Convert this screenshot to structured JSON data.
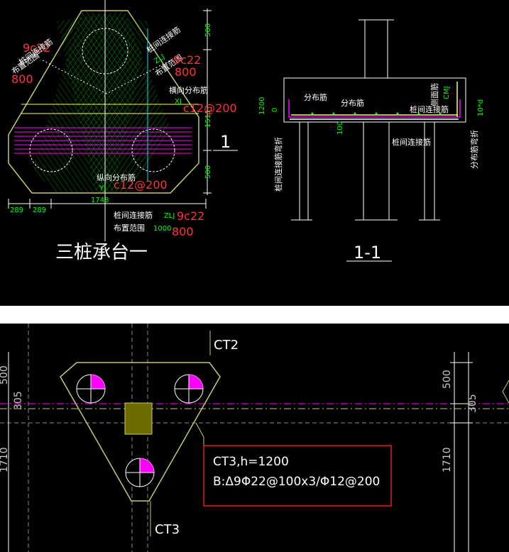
{
  "panel1": {
    "plan": {
      "title": "三桩承台一",
      "label_9c22_a": "9c22",
      "label_9c22_b": "9c22",
      "label_9c22_c": "9c22",
      "label_800_a": "800",
      "label_800_b": "800",
      "label_800_c": "800",
      "label_connect_left": "桩间连接筋",
      "label_range_left": "布置范围",
      "label_connect_right": "桩间连接筋",
      "label_range_right": "布置范围",
      "label_zlj": "ZLJ",
      "label_transverse": "横向分布筋",
      "label_xj": "XJ",
      "label_c12_a": "c12@200",
      "label_longitudinal": "纵向分布筋",
      "label_yj": "YJ",
      "label_c12_b": "c12@200",
      "label_connect_bottom": "桩间连接筋",
      "label_zlj_bottom": "ZLJ",
      "label_range_bottom": "布置范围",
      "label_1000": "1000",
      "dim_500_top": "500",
      "dim_1511": "1511",
      "dim_500_bottom": "500",
      "dim_1748": "1748",
      "dim_289_a": "289",
      "dim_289_b": "289",
      "section_mark": "1"
    },
    "section": {
      "title": "1-1",
      "label_dist1": "分布筋",
      "label_dist2": "分布筋",
      "label_side": "侧面筋",
      "label_cmj": "CMJ",
      "label_connect": "桩间连接筋",
      "label_connect_below": "桩间连接筋",
      "label_bend_left": "桩间连接筋弯折",
      "label_bend_right": "分布筋弯折",
      "label_10d": "10*d",
      "dim_1200": "1200",
      "dim_0": "0",
      "dim_100": "100"
    }
  },
  "panel2": {
    "label_ct2": "CT2",
    "label_ct3": "CT3",
    "info_line1": "CT3,h=1200",
    "info_line2": "B:Δ9Φ22@100x3/Φ12@200",
    "dim_500_left": "500",
    "dim_305_left": "305",
    "dim_1710_left": "1710",
    "dim_500_right": "500",
    "dim_305_right": "305",
    "dim_1710_right": "1710"
  },
  "colors": {
    "background": "#000000",
    "outline": "#c8c86e",
    "green": "#00ff00",
    "magenta": "#ff00ff",
    "cyan": "#00e5ff",
    "red": "#ff3333",
    "white": "#ffffff",
    "yellow": "#ffff50"
  }
}
